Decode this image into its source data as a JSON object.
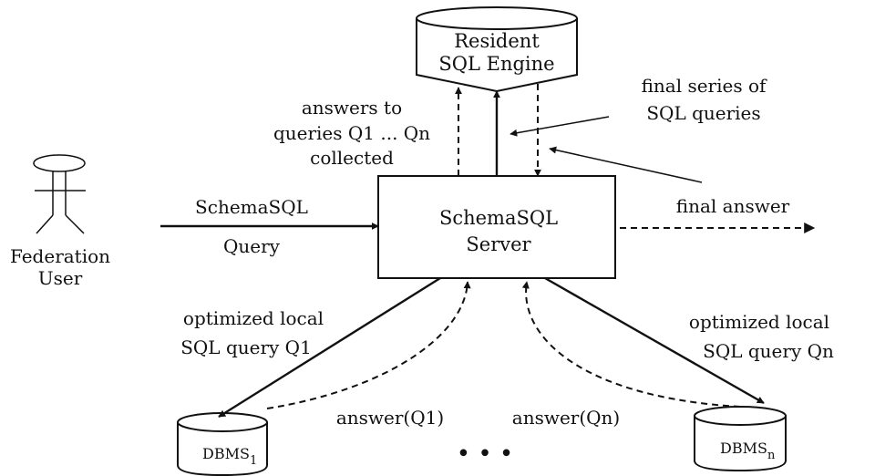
{
  "engine": {
    "line1": "Resident",
    "line2": "SQL Engine"
  },
  "server": {
    "line1": "SchemaSQL",
    "line2": "Server"
  },
  "user": {
    "line1": "Federation",
    "line2": "User"
  },
  "databases": {
    "db1": {
      "name": "DBMS",
      "subscript": "1"
    },
    "dbn": {
      "name": "DBMS",
      "subscript": "n"
    },
    "ellipsis": "•   •   •"
  },
  "labels": {
    "answers_collected": [
      "answers to",
      "queries Q1 ... Qn",
      "collected"
    ],
    "final_series": [
      "final series of",
      "SQL queries"
    ],
    "schemasql_in": "SchemaSQL",
    "query_in": "Query",
    "final_answer": "final answer",
    "opt_left": [
      "optimized local",
      "SQL query Q1"
    ],
    "opt_right": [
      "optimized local",
      "SQL query Qn"
    ],
    "answer_q1": "answer(Q1)",
    "answer_qn": "answer(Qn)"
  }
}
